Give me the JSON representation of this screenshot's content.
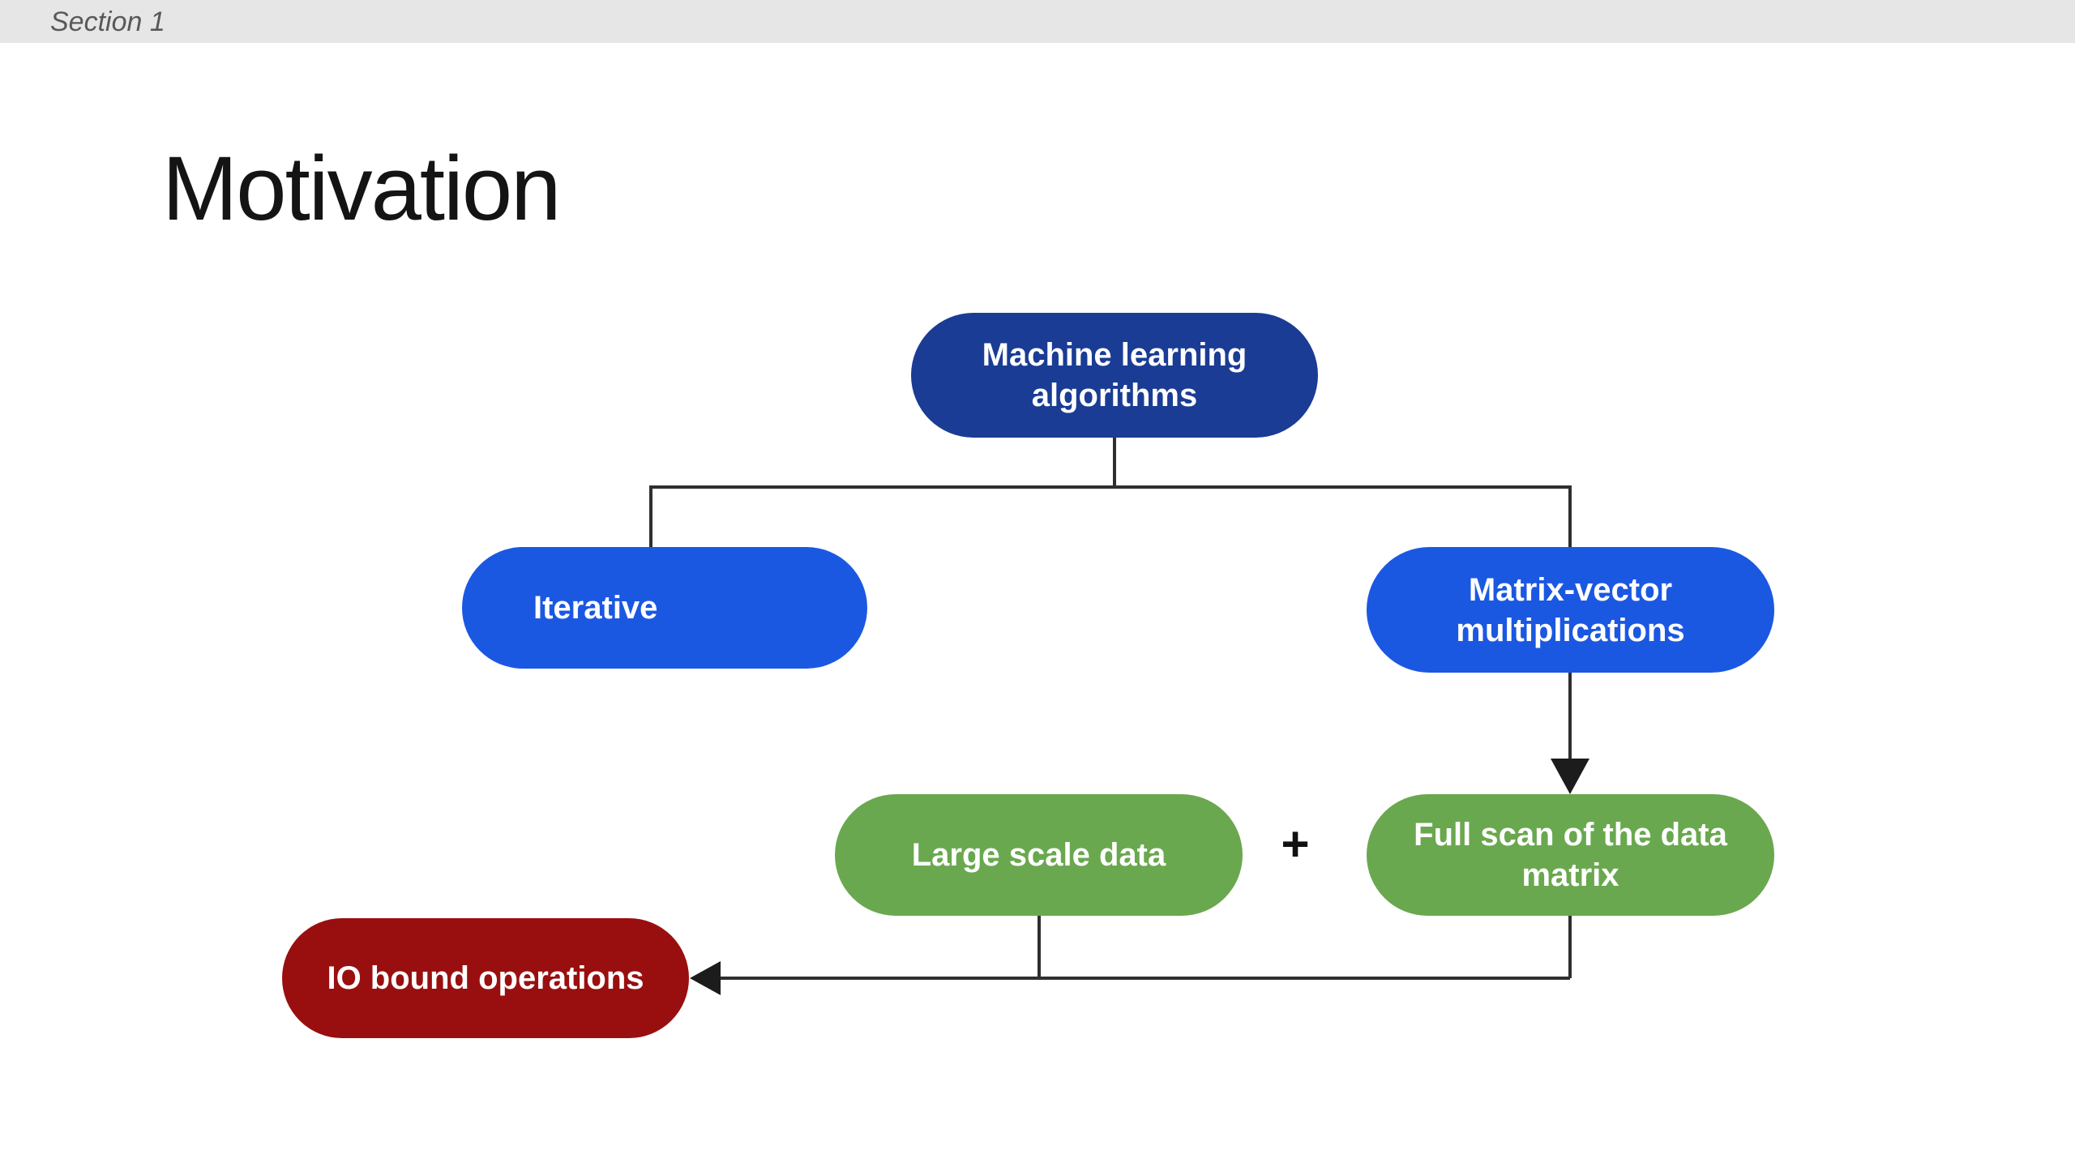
{
  "window": {
    "section_label": "Section 1"
  },
  "slide": {
    "title": "Motivation",
    "plus_label": "+",
    "colors": {
      "bar_bg": "#e6e6e6",
      "bar_text": "#595959",
      "navy": "#1a3c94",
      "blue": "#1b58e2",
      "green": "#6aa84f",
      "red": "#990f0f",
      "line": "#2f2f2f",
      "arrow": "#1c1c1c",
      "text_on_node": "#ffffff"
    },
    "nodes": {
      "ml": {
        "label": "Machine learning\nalgorithms",
        "color_key": "navy"
      },
      "iterative": {
        "label": "Iterative",
        "color_key": "blue"
      },
      "matrix": {
        "label": "Matrix-vector\nmultiplications",
        "color_key": "blue"
      },
      "large": {
        "label": "Large scale data",
        "color_key": "green"
      },
      "full": {
        "label": "Full scan of the data\nmatrix",
        "color_key": "green"
      },
      "io": {
        "label": "IO bound operations",
        "color_key": "red"
      }
    },
    "edges": [
      {
        "from": "ml",
        "to": "iterative",
        "arrow": false
      },
      {
        "from": "ml",
        "to": "matrix",
        "arrow": false
      },
      {
        "from": "matrix",
        "to": "full",
        "arrow": true
      },
      {
        "from": "large",
        "to": "io",
        "arrow": true
      },
      {
        "from": "full",
        "to": "io",
        "arrow": true
      }
    ]
  }
}
